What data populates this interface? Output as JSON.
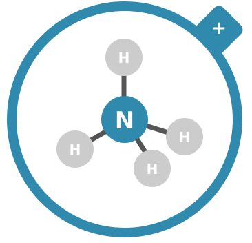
{
  "colors": {
    "ring": "#2f8aae",
    "nitrogen": "#2f8aae",
    "hydrogen": "#cccccc",
    "bond": "#555555",
    "label": "#ffffff",
    "background": "#ffffff"
  },
  "charge_badge": {
    "symbol": "+"
  },
  "molecule": {
    "central_atom": {
      "symbol": "N"
    },
    "hydrogens": [
      {
        "symbol": "H"
      },
      {
        "symbol": "H"
      },
      {
        "symbol": "H"
      },
      {
        "symbol": "H"
      }
    ]
  }
}
